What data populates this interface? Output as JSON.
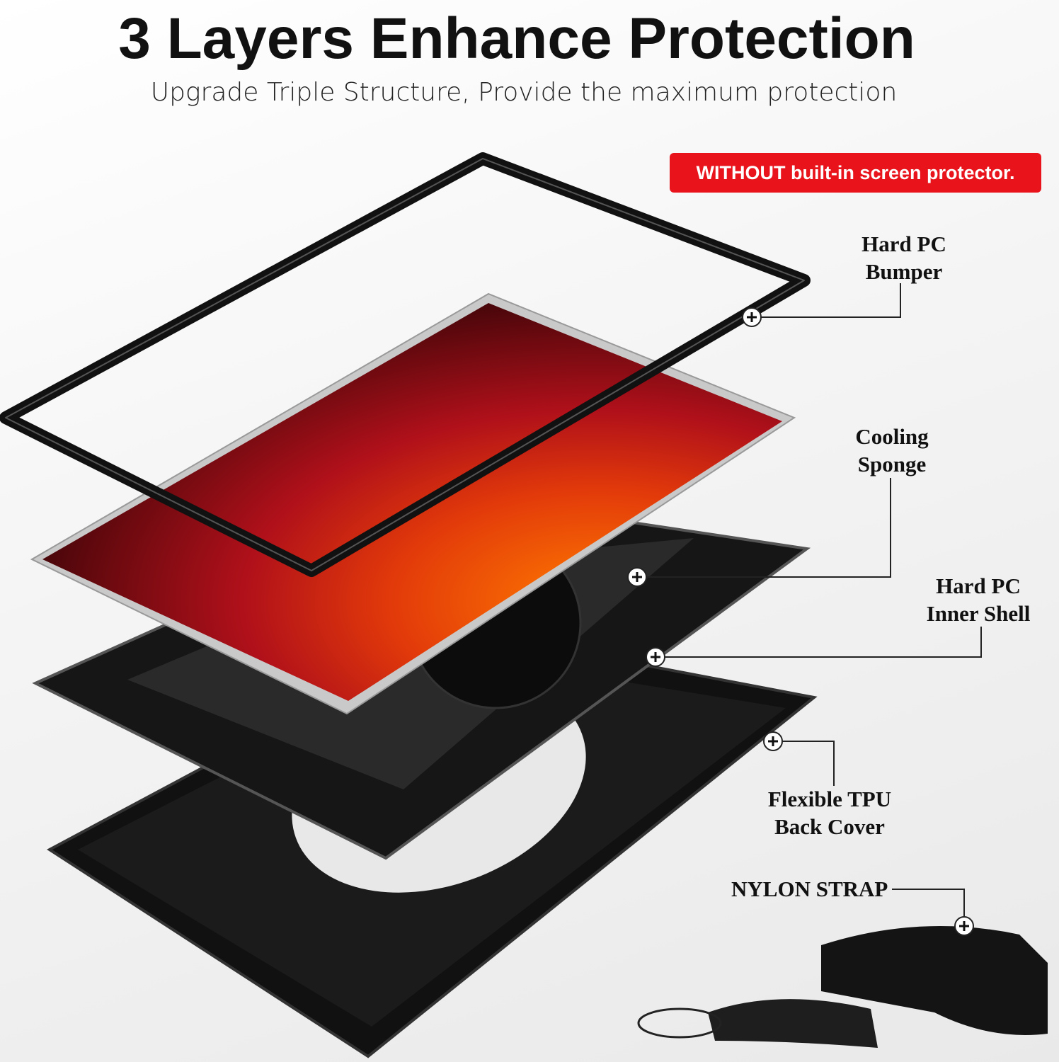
{
  "header": {
    "title": "3 Layers Enhance Protection",
    "subtitle": "Upgrade Triple Structure, Provide the maximum protection"
  },
  "badge": {
    "text": "WITHOUT built-in screen protector.",
    "color": "#e8131b"
  },
  "labels": {
    "bumper": [
      "Hard PC",
      "Bumper"
    ],
    "sponge": [
      "Cooling",
      "Sponge"
    ],
    "inner_shell": [
      "Hard PC",
      "Inner Shell"
    ],
    "back_cover": [
      "Flexible TPU",
      "Back Cover"
    ],
    "strap": "NYLON STRAP"
  }
}
